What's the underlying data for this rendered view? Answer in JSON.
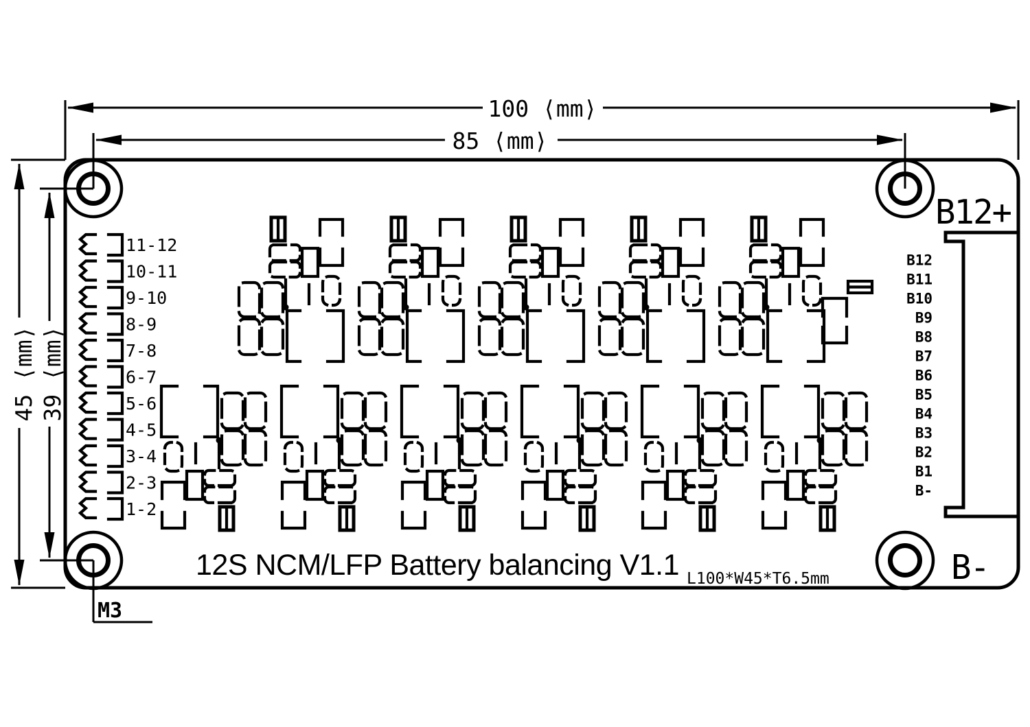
{
  "drawing": {
    "colors": {
      "line": "#000000",
      "background": "#ffffff"
    },
    "dimensions": {
      "width_total": "100 ⟨mm⟩",
      "width_holes": "85 ⟨mm⟩",
      "height_total": "45 ⟨mm⟩",
      "height_holes": "39 ⟨mm⟩",
      "hole_thread": "M3",
      "size_note": "L100*W45*T6.5mm"
    },
    "title": "12S NCM/LFP Battery balancing V1.1",
    "terminals": {
      "positive": "B12+",
      "negative": "B-"
    },
    "left_connectors": [
      "11-12",
      "10-11",
      "9-10",
      "8-9",
      "7-8",
      "6-7",
      "5-6",
      "4-5",
      "3-4",
      "2-3",
      "1-2"
    ],
    "right_pins": [
      "B12",
      "B11",
      "B10",
      "B9",
      "B8",
      "B7",
      "B6",
      "B5",
      "B4",
      "B3",
      "B2",
      "B1",
      "B-"
    ]
  }
}
